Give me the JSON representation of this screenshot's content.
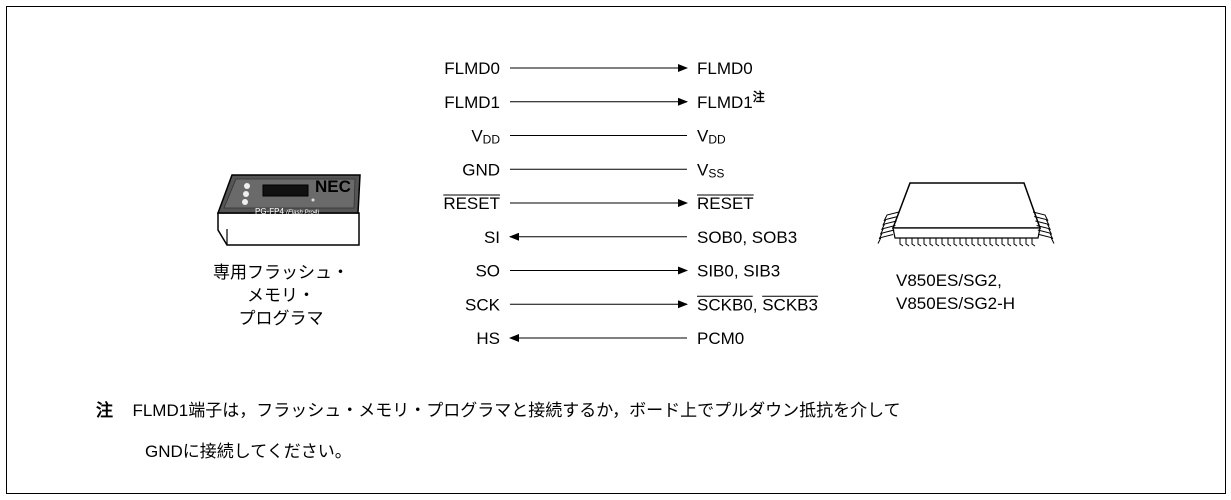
{
  "programmer": {
    "device_brand": "NEC",
    "device_model": "PG-FP4",
    "device_model_suffix": "(Flash Pro4)",
    "caption_lines": [
      "専用フラッシュ・",
      "メモリ・",
      "プログラマ"
    ]
  },
  "microcontroller": {
    "label_lines": [
      "V850ES/SG2,",
      "V850ES/SG2-H"
    ]
  },
  "connections": [
    {
      "left": "FLMD0",
      "right": "FLMD0",
      "arrow": "right"
    },
    {
      "left": "FLMD1",
      "right": "FLMD1",
      "right_note": "注",
      "arrow": "right"
    },
    {
      "left": "V",
      "left_sub": "DD",
      "right": "V",
      "right_sub": "DD",
      "arrow": "none"
    },
    {
      "left": "GND",
      "right": "V",
      "right_sub": "SS",
      "arrow": "none"
    },
    {
      "left": "RESET",
      "left_overline": true,
      "right": "RESET",
      "right_overline": true,
      "arrow": "right"
    },
    {
      "left": "SI",
      "right": "SOB0, SOB3",
      "arrow": "left"
    },
    {
      "left": "SO",
      "right": "SIB0, SIB3",
      "arrow": "right"
    },
    {
      "left": "SCK",
      "right": "SCKB0, SCKB3",
      "right_overline": true,
      "arrow": "right"
    },
    {
      "left": "HS",
      "right": "PCM0",
      "arrow": "left"
    }
  ],
  "note": {
    "mark": "注",
    "line1": "FLMD1端子は，フラッシュ・メモリ・プログラマと接続するか，ボード上でプルダウン抵抗を介して",
    "line2": "GNDに接続してください。"
  }
}
